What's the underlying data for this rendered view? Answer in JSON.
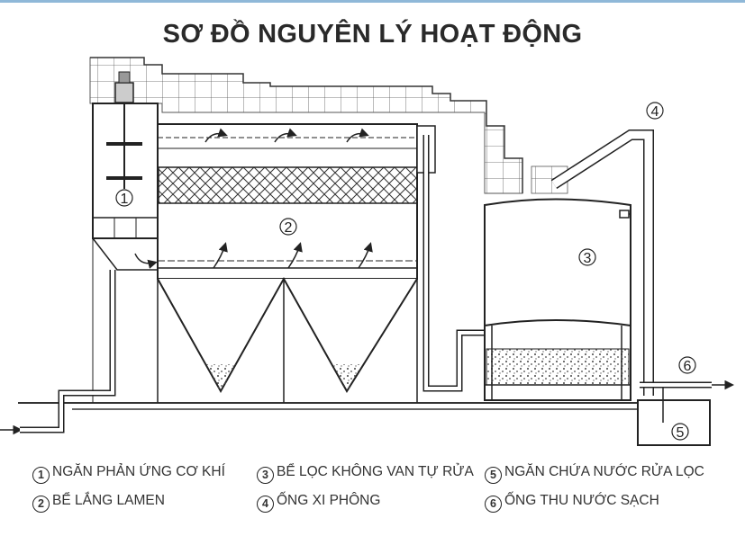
{
  "title": "SƠ ĐỒ NGUYÊN LÝ HOẠT ĐỘNG",
  "callouts": [
    "1",
    "2",
    "3",
    "4",
    "5",
    "6"
  ],
  "legend": [
    {
      "num": "1",
      "text": "NGĂN PHẢN ỨNG CƠ KHÍ"
    },
    {
      "num": "2",
      "text": "BỂ LẮNG LAMEN"
    },
    {
      "num": "3",
      "text": "BỂ LỌC KHÔNG VAN TỰ RỬA"
    },
    {
      "num": "4",
      "text": "ỐNG XI PHÔNG"
    },
    {
      "num": "5",
      "text": "NGĂN CHỨA NƯỚC RỬA LỌC"
    },
    {
      "num": "6",
      "text": "ỐNG THU NƯỚC SẠCH"
    }
  ]
}
